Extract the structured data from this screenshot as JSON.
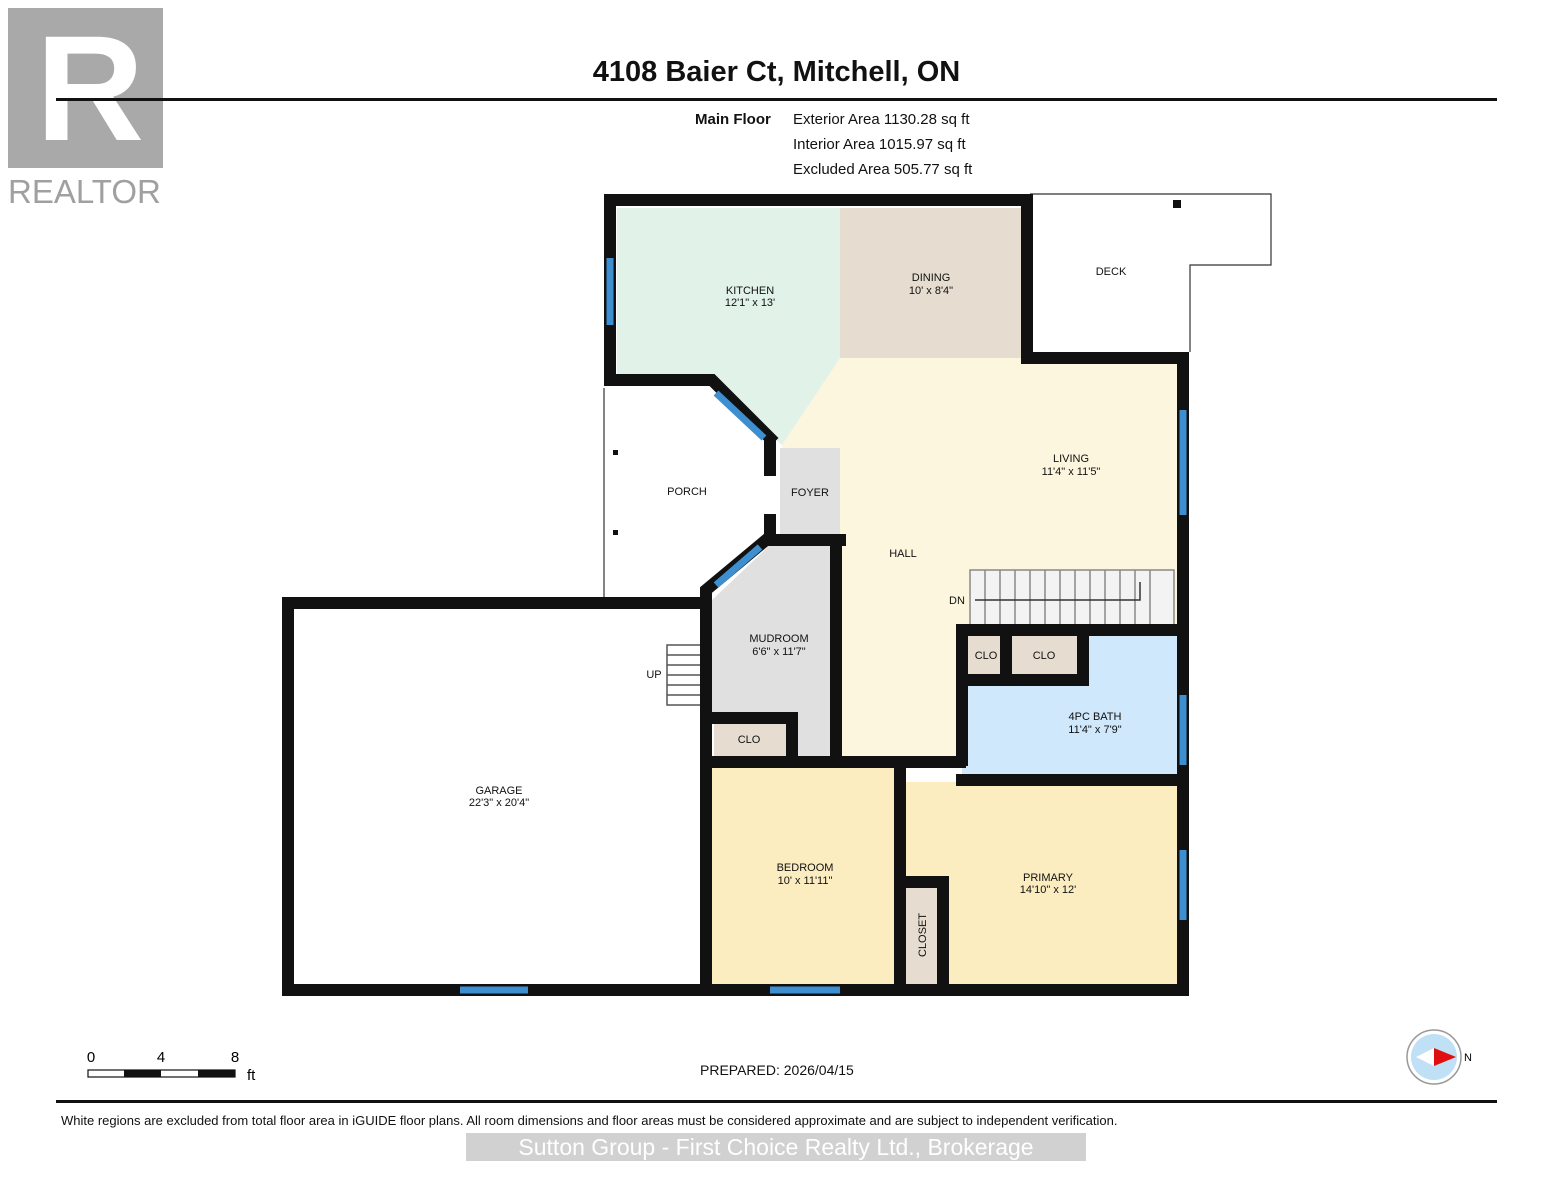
{
  "logo": {
    "text": "REALTOR",
    "mark": "R"
  },
  "title": "4108 Baier Ct, Mitchell, ON",
  "floor": {
    "name": "Main Floor",
    "exterior_area": "Exterior Area 1130.28 sq ft",
    "interior_area": "Interior Area 1015.97 sq ft",
    "excluded_area": "Excluded Area 505.77 sq ft"
  },
  "rooms": {
    "kitchen": {
      "name": "KITCHEN",
      "dims": "12'1\" x 13'"
    },
    "dining": {
      "name": "DINING",
      "dims": "10' x 8'4\""
    },
    "deck": {
      "name": "DECK"
    },
    "living": {
      "name": "LIVING",
      "dims": "11'4\" x 11'5\""
    },
    "porch": {
      "name": "PORCH"
    },
    "foyer": {
      "name": "FOYER"
    },
    "hall": {
      "name": "HALL"
    },
    "mudroom": {
      "name": "MUDROOM",
      "dims": "6'6\" x 11'7\""
    },
    "garage": {
      "name": "GARAGE",
      "dims": "22'3\" x 20'4\""
    },
    "bath": {
      "name": "4PC BATH",
      "dims": "11'4\" x 7'9\""
    },
    "bedroom": {
      "name": "BEDROOM",
      "dims": "10' x 11'11\""
    },
    "primary": {
      "name": "PRIMARY",
      "dims": "14'10\" x 12'"
    },
    "closet": {
      "name": "CLOSET"
    },
    "clo": "CLO"
  },
  "stairs": {
    "down": "DN",
    "up": "UP"
  },
  "scale": {
    "labels": [
      "0",
      "4",
      "8"
    ],
    "unit": "ft"
  },
  "prepared": "PREPARED: 2026/04/15",
  "compass": {
    "label": "N"
  },
  "disclaimer": "White regions are excluded from total floor area in iGUIDE floor plans. All room dimensions and floor areas must be considered approximate and are subject to independent verification.",
  "brokerage": "Sutton Group - First Choice Realty Ltd., Brokerage",
  "colors": {
    "wall": "#111111",
    "window": "#3d8fd0",
    "kitchen": "#e1f2e8",
    "dining": "#e6ddd0",
    "hall": "#fdf6df",
    "bedroom": "#fbedc0",
    "bath": "#cfe8fb",
    "utility": "#e0e0e0"
  }
}
